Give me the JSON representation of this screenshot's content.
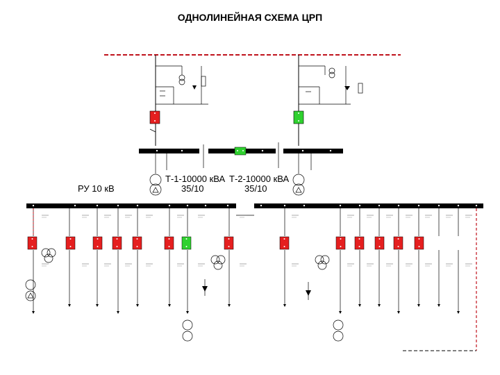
{
  "title": "ОДНОЛИНЕЙНАЯ СХЕМА ЦРП",
  "transformers": [
    {
      "label": "Т-1-10000 кВА",
      "ratio": "35/10"
    },
    {
      "label": "Т-2-10000 кВА",
      "ratio": "35/10"
    }
  ],
  "switchgear_label": "РУ 10 кВ",
  "colors": {
    "closed_breaker": "#e51f1f",
    "open_breaker": "#2fd12f",
    "feeder_line": "#c0121b",
    "line": "#000000",
    "background": "#ffffff"
  },
  "breakers_upper": [
    {
      "state": "closed"
    },
    {
      "state": "open"
    }
  ],
  "breakers_35kv_bus": [
    {
      "state": "open"
    }
  ],
  "breakers_10kv": [
    {
      "state": "closed"
    },
    {
      "state": "closed"
    },
    {
      "state": "closed"
    },
    {
      "state": "closed"
    },
    {
      "state": "closed"
    },
    {
      "state": "closed"
    },
    {
      "state": "open"
    },
    {
      "state": "closed"
    },
    {
      "state": "closed"
    },
    {
      "state": "closed"
    },
    {
      "state": "closed"
    },
    {
      "state": "closed"
    },
    {
      "state": "closed"
    },
    {
      "state": "closed"
    }
  ]
}
